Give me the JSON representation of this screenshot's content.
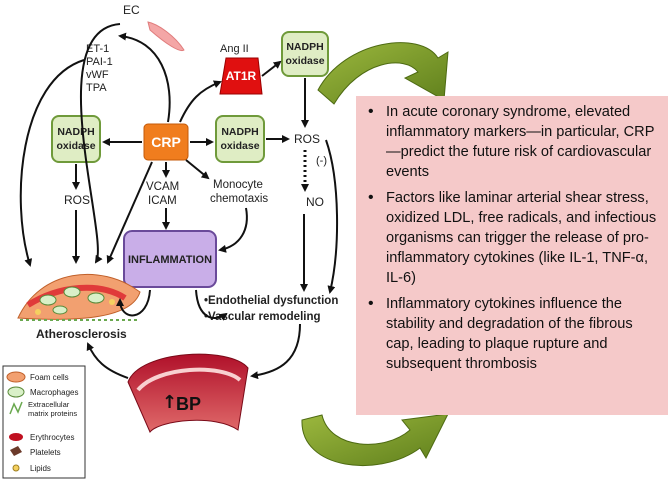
{
  "diagram": {
    "ec": "EC",
    "et1": "ET-1",
    "pai1": "PAI-1",
    "vwf": "vWF",
    "tpa": "TPA",
    "ang2": "Ang II",
    "at1r": "AT1R",
    "nadph_top": [
      "NADPH",
      "oxidase"
    ],
    "nadph_left": [
      "NADPH",
      "oxidase"
    ],
    "nadph_mid": [
      "NADPH",
      "oxidase"
    ],
    "crp": "CRP",
    "ros_left": "ROS",
    "ros_right": "ROS",
    "inhibit": "(-)",
    "no": "NO",
    "vcam": "VCAM",
    "icam": "ICAM",
    "monocyte": [
      "Monocyte",
      "chemotaxis"
    ],
    "inflammation": "INFLAMMATION",
    "endothelial": "•Endothelial dysfunction",
    "vascular": "•Vascular remodeling",
    "atherosclerosis": "Atherosclerosis",
    "bp": "BP"
  },
  "legend": {
    "items": [
      "Foam cells",
      "Macrophages",
      "Extracellular matrix proteins",
      "Erythrocytes",
      "Platelets",
      "Lipids"
    ]
  },
  "info": {
    "bullets": [
      "In acute coronary syndrome, elevated inflammatory markers—in particular, CRP—predict the future risk of cardiovascular events",
      "Factors like laminar arterial shear stress, oxidized  LDL, free radicals, and infectious organisms can trigger the release of pro-inflammatory cytokines (like IL-1, TNF-α, IL-6)",
      "Inflammatory cytokines influence the stability and degradation of the fibrous cap, leading to plaque rupture and subsequent thrombosis"
    ]
  },
  "colors": {
    "crp": "#f07d1e",
    "nadph_fill": "#dfedc4",
    "nadph_stroke": "#6f9a3a",
    "inflammation": "#c9aee8",
    "at1r": "#e01010",
    "info_bg": "#f5c9c9",
    "big_arrow": "#7c9a2c"
  }
}
